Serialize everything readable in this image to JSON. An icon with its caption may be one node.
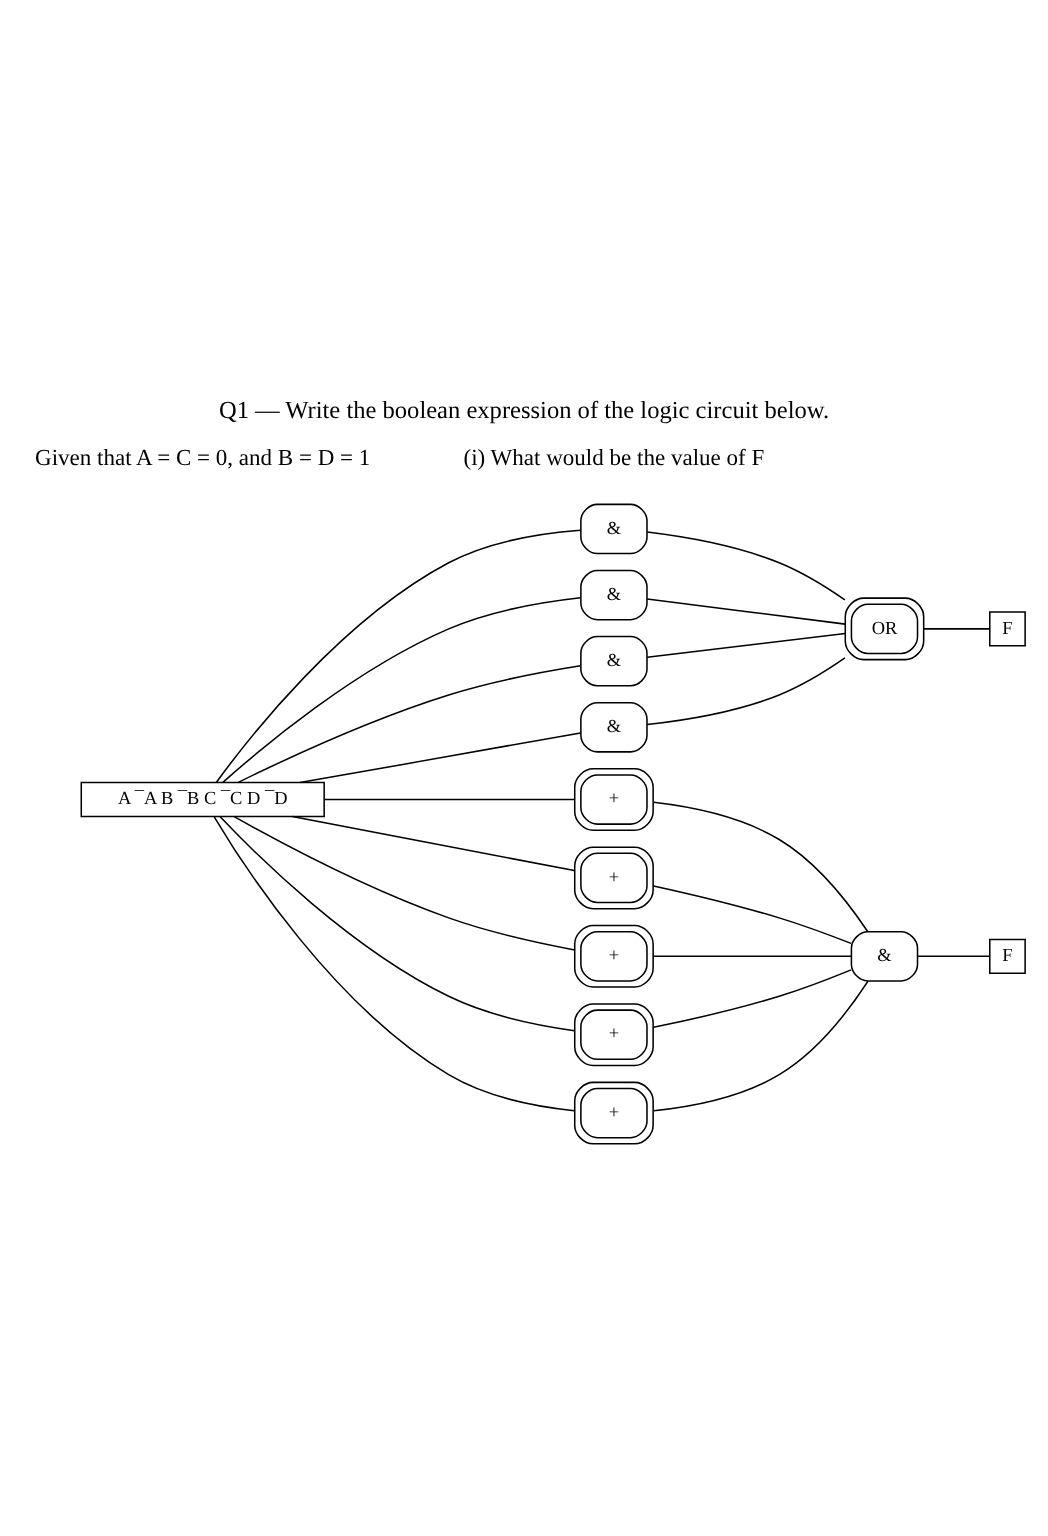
{
  "diagram": {
    "title": "Q1 — Write the boolean expression of the logic circuit below.",
    "nodes": [
      {
        "text": [
          "A ¯A B ¯B C ¯C D ¯D"
        ]
      },
      {
        "text": [
          "&"
        ]
      },
      {
        "text": [
          "&"
        ]
      },
      {
        "text": [
          "&"
        ]
      },
      {
        "text": [
          "&"
        ]
      },
      {
        "text": [
          "OR"
        ]
      },
      {
        "text": [
          "F"
        ]
      },
      {
        "text": [
          "+"
        ]
      },
      {
        "text": [
          "+"
        ]
      },
      {
        "text": [
          "+"
        ]
      },
      {
        "text": [
          "+"
        ]
      },
      {
        "text": [
          "+"
        ]
      },
      {
        "text": [
          "&"
        ]
      },
      {
        "text": [
          "F"
        ]
      }
    ],
    "edges": [
      {
        "from": 0,
        "to": 1,
        "arrow": "none"
      },
      {
        "from": 0,
        "to": 2,
        "arrow": "none"
      },
      {
        "from": 0,
        "to": 3,
        "arrow": "none"
      },
      {
        "from": 0,
        "to": 4,
        "arrow": "none"
      },
      {
        "from": 1,
        "to": 5,
        "arrow": "none"
      },
      {
        "from": 2,
        "to": 5,
        "arrow": "none"
      },
      {
        "from": 3,
        "to": 5,
        "arrow": "none"
      },
      {
        "from": 4,
        "to": 5,
        "arrow": "none"
      },
      {
        "from": 5,
        "to": 6,
        "arrow": "none"
      },
      {
        "from": 0,
        "to": 7,
        "arrow": "none"
      },
      {
        "from": 0,
        "to": 8,
        "arrow": "none"
      },
      {
        "from": 0,
        "to": 9,
        "arrow": "none"
      },
      {
        "from": 0,
        "to": 10,
        "arrow": "none"
      },
      {
        "from": 0,
        "to": 11,
        "arrow": "none"
      },
      {
        "from": 7,
        "to": 12,
        "arrow": "none"
      },
      {
        "from": 8,
        "to": 12,
        "arrow": "none"
      },
      {
        "from": 9,
        "to": 12,
        "arrow": "none"
      },
      {
        "from": 10,
        "to": 12,
        "arrow": "none"
      },
      {
        "from": 11,
        "to": 12,
        "arrow": "none"
      },
      {
        "from": 12,
        "to": 13,
        "arrow": "none"
      }
    ],
    "labels": [
      "Given that A = C = 0, and B = D = 1",
      "(i) What would be the value of F"
    ]
  }
}
